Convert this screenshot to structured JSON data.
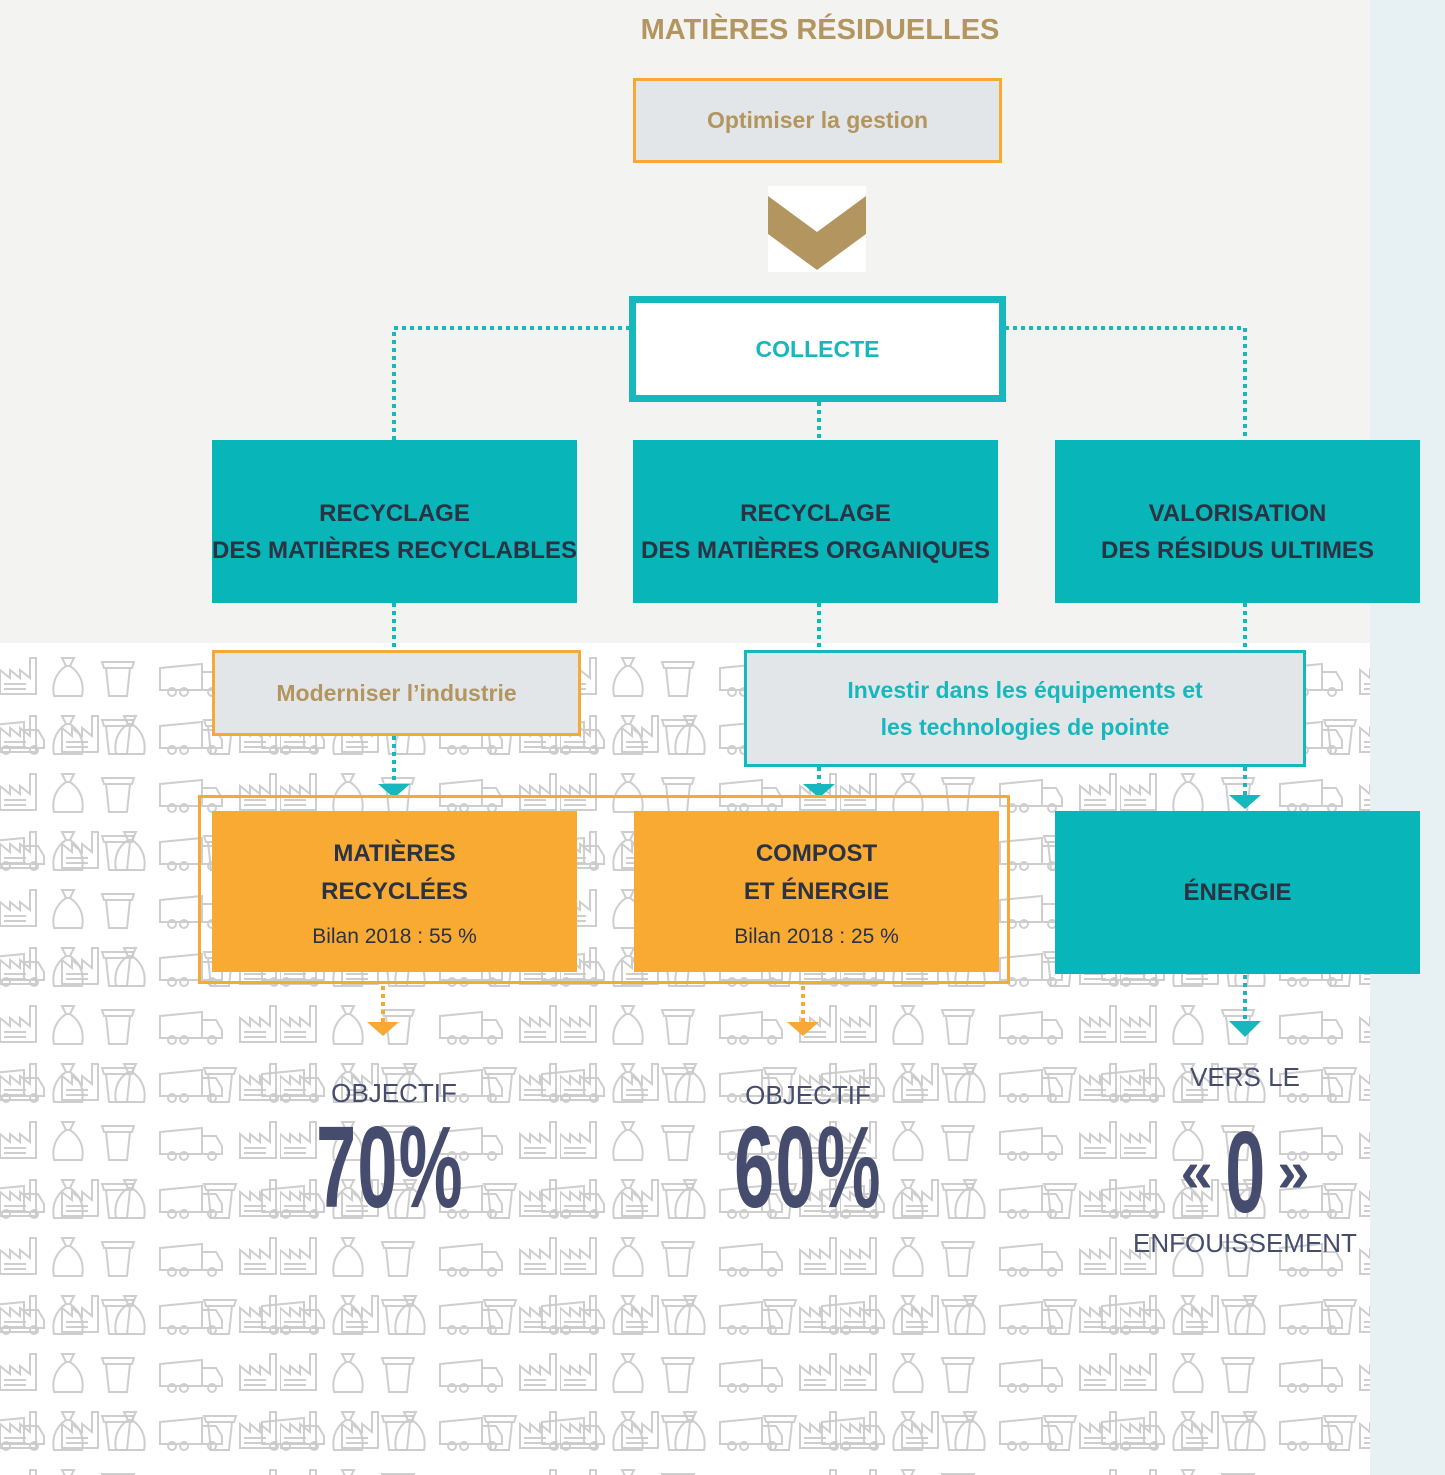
{
  "title": "MATIÈRES RÉSIDUELLES",
  "top_goal": "Optimiser la gestion",
  "collecte": "COLLECTE",
  "streams": [
    {
      "line1": "RECYCLAGE",
      "line2": "DES MATIÈRES RECYCLABLES"
    },
    {
      "line1": "RECYCLAGE",
      "line2": "DES MATIÈRES ORGANIQUES"
    },
    {
      "line1": "VALORISATION",
      "line2": "DES RÉSIDUS ULTIMES"
    }
  ],
  "actions": {
    "left": "Moderniser l’industrie",
    "right_line1": "Investir dans les équipements et",
    "right_line2": "les technologies de pointe"
  },
  "outputs": [
    {
      "line1": "MATIÈRES",
      "line2": "RECYCLÉES",
      "bilan": "Bilan 2018 : 55 %"
    },
    {
      "line1": "COMPOST",
      "line2": "ET ÉNERGIE",
      "bilan": "Bilan 2018 : 25 %"
    },
    {
      "line1": "ÉNERGIE"
    }
  ],
  "targets": [
    {
      "label": "OBJECTIF",
      "value": "70%"
    },
    {
      "label": "OBJECTIF",
      "value": "60%"
    },
    {
      "label_top": "VERS LE",
      "quote_open": "«",
      "value": "0",
      "quote_close": "»",
      "label_bottom": "ENFOUISSEMENT"
    }
  ],
  "colors": {
    "teal": "#08b5b9",
    "orange": "#f8aa33",
    "gold": "#b3955f",
    "navy": "#454c6d"
  },
  "background_icons": [
    "trash-bin-icon",
    "garbage-truck-icon",
    "factory-icon",
    "garbage-bag-icon"
  ]
}
